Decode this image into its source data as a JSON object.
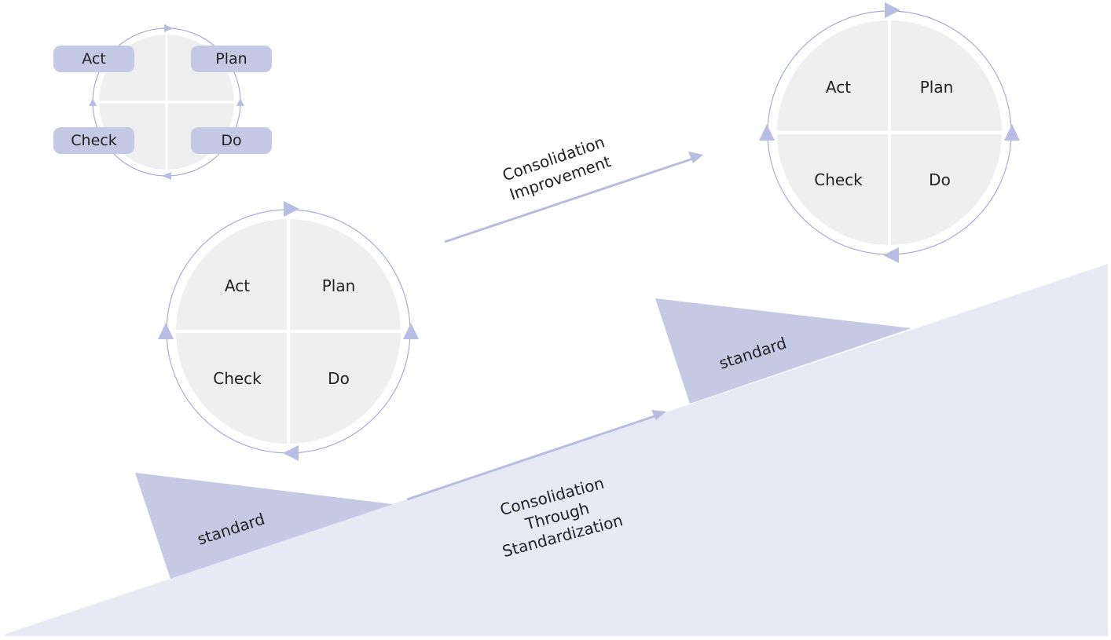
{
  "colors": {
    "ring": "#a9acd4",
    "arrow_head": "#b9bde3",
    "quadrant_fill": "#efefef",
    "divider": "#ffffff",
    "pill_fill": "#c5c9e6",
    "ramp_fill": "#e7e9f5",
    "wedge_fill": "#c5c9e4",
    "line": "#b8bde0",
    "text": "#222222"
  },
  "small_cycle": {
    "labels": {
      "act": "Act",
      "plan": "Plan",
      "check": "Check",
      "do": "Do"
    }
  },
  "middle_cycle": {
    "labels": {
      "act": "Act",
      "plan": "Plan",
      "check": "Check",
      "do": "Do"
    }
  },
  "top_cycle": {
    "labels": {
      "act": "Act",
      "plan": "Plan",
      "check": "Check",
      "do": "Do"
    }
  },
  "improvement_arrow": {
    "line1": "Consolidation",
    "line2": "Improvement"
  },
  "standardization_arrow": {
    "line1": "Consolidation",
    "line2": "Through",
    "line3": "Standardization"
  },
  "standard_lower": "standard",
  "standard_upper": "standard"
}
